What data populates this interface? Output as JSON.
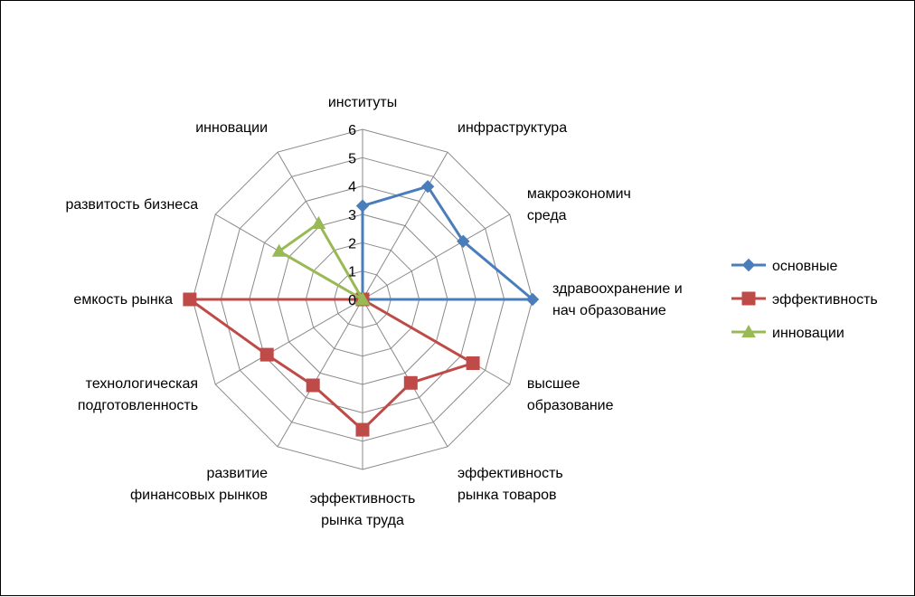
{
  "chart_data": {
    "type": "radar",
    "categories": [
      [
        "институты"
      ],
      [
        "инфраструктура"
      ],
      [
        "макроэкономич",
        "среда"
      ],
      [
        "здравоохранение и",
        "нач образование"
      ],
      [
        "высшее",
        "образование"
      ],
      [
        "эффективность",
        "рынка товаров"
      ],
      [
        "эффективность",
        "рынка труда"
      ],
      [
        "развитие",
        "финансовых рынков"
      ],
      [
        "технологическая",
        "подготовленность"
      ],
      [
        "емкость рынка"
      ],
      [
        "развитость бизнеса"
      ],
      [
        "инновации"
      ]
    ],
    "ticks": [
      "0",
      "1",
      "2",
      "3",
      "4",
      "5",
      "6"
    ],
    "rmax": 6,
    "grid": true,
    "legend_position": "right",
    "series": [
      {
        "name": "основные",
        "color": "#4a7ebb",
        "marker": "diamond",
        "values": [
          3.3,
          4.6,
          4.1,
          6,
          0,
          0,
          0,
          0,
          0,
          0,
          0,
          0
        ]
      },
      {
        "name": "эффективность",
        "color": "#be4b48",
        "marker": "square",
        "values": [
          0,
          0,
          0,
          0,
          4.5,
          3.4,
          4.6,
          3.5,
          3.9,
          6.1,
          0,
          0
        ]
      },
      {
        "name": "инновации",
        "color": "#98b954",
        "marker": "triangle",
        "values": [
          0,
          0,
          0,
          0,
          0,
          0,
          0,
          0,
          0,
          0,
          3.4,
          3.1
        ]
      }
    ]
  }
}
